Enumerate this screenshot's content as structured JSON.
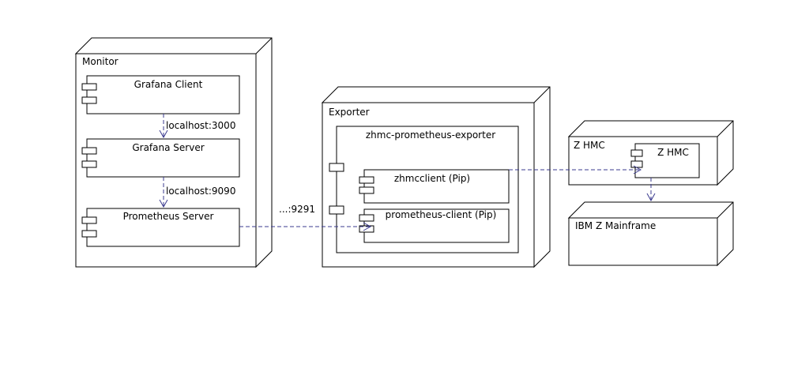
{
  "colors": {
    "outline": "#000000",
    "connector": "#3b3b8f",
    "background": "#ffffff"
  },
  "nodes": {
    "monitor": {
      "label": "Monitor",
      "components": {
        "grafana_client": "Grafana Client",
        "grafana_server": "Grafana Server",
        "prometheus_server": "Prometheus Server"
      }
    },
    "exporter": {
      "label": "Exporter",
      "component": {
        "label": "zhmc-prometheus-exporter",
        "parts": {
          "zhmcclient": "zhmcclient (Pip)",
          "prometheus_client": "prometheus-client (Pip)"
        }
      }
    },
    "zhmc": {
      "label": "Z HMC",
      "component": "Z HMC"
    },
    "mainframe": {
      "label": "IBM Z Mainframe"
    }
  },
  "connections": {
    "client_to_server": "localhost:3000",
    "server_to_prometheus": "localhost:9090",
    "prometheus_to_exporter": "...:9291"
  }
}
